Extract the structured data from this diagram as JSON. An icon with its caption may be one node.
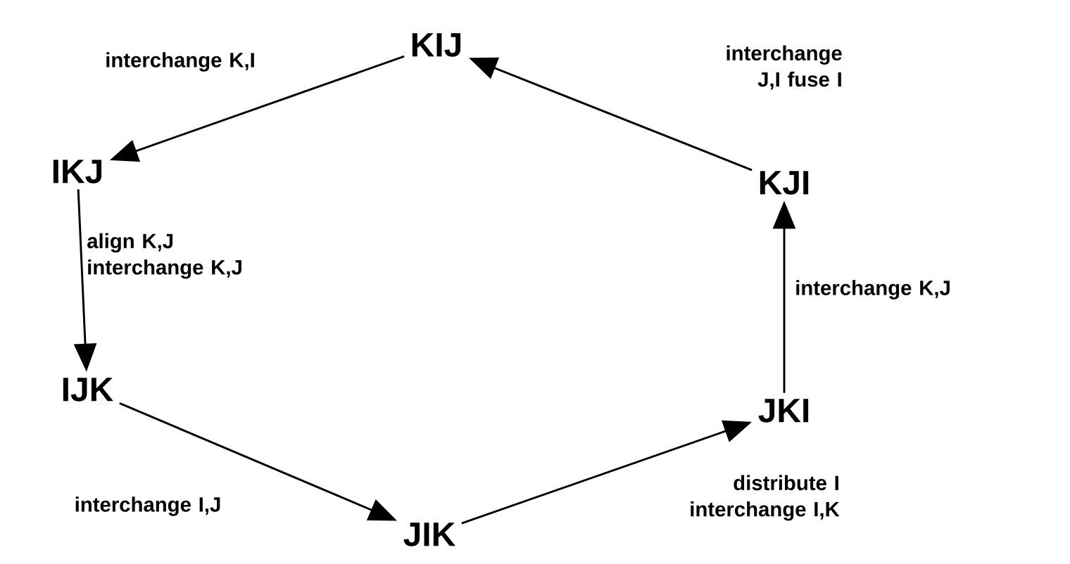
{
  "diagram": {
    "nodes": [
      {
        "text": [
          "KIJ"
        ]
      },
      {
        "text": [
          "IKJ"
        ]
      },
      {
        "text": [
          "IJK"
        ]
      },
      {
        "text": [
          "JIK"
        ]
      },
      {
        "text": [
          "JKI"
        ]
      },
      {
        "text": [
          "KJI"
        ]
      }
    ],
    "edges": [
      {
        "from": 0,
        "to": 1,
        "arrow": "to",
        "label": "interchange K,I"
      },
      {
        "from": 1,
        "to": 2,
        "arrow": "to",
        "label": "align K,J interchange K,J"
      },
      {
        "from": 2,
        "to": 3,
        "arrow": "to",
        "label": "interchange I,J"
      },
      {
        "from": 3,
        "to": 4,
        "arrow": "to",
        "label": "distribute I interchange I,K"
      },
      {
        "from": 4,
        "to": 5,
        "arrow": "to",
        "label": "interchange K,J"
      },
      {
        "from": 5,
        "to": 0,
        "arrow": "to",
        "label": "interchange J,I fuse I"
      }
    ]
  }
}
